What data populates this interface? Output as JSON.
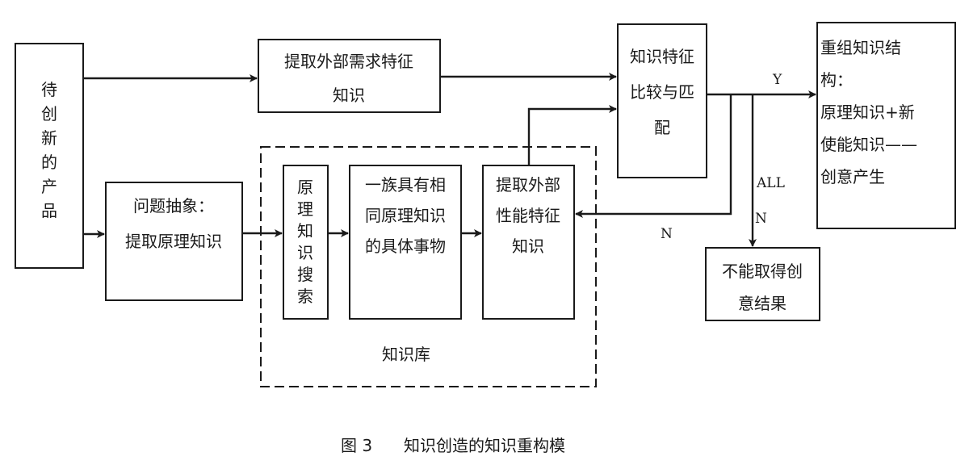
{
  "nodes": {
    "product": {
      "lines": [
        "待",
        "创",
        "新",
        "的",
        "产",
        "品"
      ]
    },
    "extract_demand": {
      "lines": [
        "提取外部需求特征",
        "知识"
      ]
    },
    "problem_abstraction": {
      "lines": [
        "问题抽象：",
        "提取原理知识"
      ]
    },
    "principle_search": {
      "lines": [
        "原",
        "理",
        "知",
        "识",
        "搜",
        "索"
      ]
    },
    "family_objects": {
      "lines": [
        "一族具有相",
        "同原理知识",
        "的具体事物"
      ]
    },
    "extract_performance": {
      "lines": [
        "提取外部",
        "性能特征",
        "知识"
      ]
    },
    "compare_match": {
      "lines": [
        "知识特征",
        "比较与匹",
        "配"
      ]
    },
    "recombine": {
      "lines": [
        "重组知识结",
        "构：",
        "原理知识+新",
        "使能知识——",
        "创意产生"
      ]
    },
    "no_result": {
      "lines": [
        "不能取得创",
        "意结果"
      ]
    }
  },
  "group": {
    "label": "知识库"
  },
  "edge_labels": {
    "yes": "Y",
    "all": "ALL",
    "no_down": "N",
    "no_back": "N"
  },
  "caption": {
    "figure_no": "图 3",
    "title": "知识创造的知识重构模"
  }
}
